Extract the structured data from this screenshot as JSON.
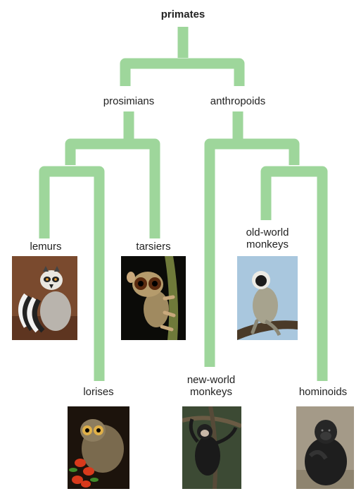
{
  "title": "primates",
  "groups": {
    "prosimians": "prosimians",
    "anthropoids": "anthropoids"
  },
  "taxa": {
    "lemurs": {
      "label": "lemurs",
      "image": "ring-tailed lemur photo"
    },
    "lorises": {
      "label": "lorises",
      "image": "slow loris photo"
    },
    "tarsiers": {
      "label": "tarsiers",
      "image": "tarsier photo"
    },
    "new_world": {
      "label": "new-world monkeys",
      "image": "spider monkey photo"
    },
    "old_world": {
      "label": "old-world monkeys",
      "image": "vervet monkey photo"
    },
    "hominoids": {
      "label": "hominoids",
      "image": "gorilla photo"
    }
  },
  "colors": {
    "branch": "#9ed69b",
    "branch_edge": "#7cc47a"
  }
}
